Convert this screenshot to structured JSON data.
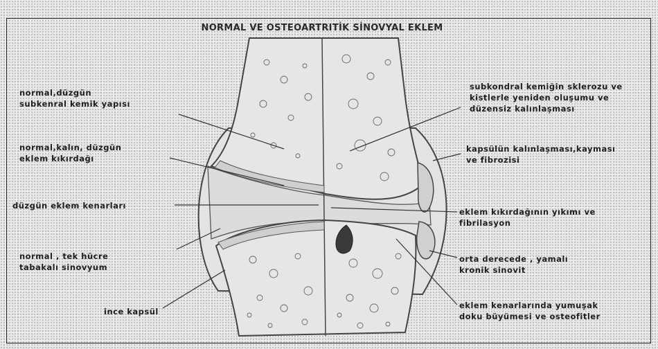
{
  "title": "NORMAL VE OSTEOARTRITİK SİNOVYAL  EKLEM",
  "labels_left": [
    {
      "key": "subchondral_normal",
      "lines": [
        "normal,düzgün",
        "subkenral kemik yapısı"
      ]
    },
    {
      "key": "cartilage_normal",
      "lines": [
        "normal,kalın, düzgün",
        "eklem kıkırdağı"
      ]
    },
    {
      "key": "joint_margin_smooth",
      "lines": [
        "düzgün eklem kenarları"
      ]
    },
    {
      "key": "synovium_normal",
      "lines": [
        "normal , tek hücre",
        "tabakalı sinovyum"
      ]
    },
    {
      "key": "capsule_thin",
      "lines": [
        "ince kapsül"
      ]
    }
  ],
  "labels_right": [
    {
      "key": "subchondral_sclerosis",
      "lines": [
        "subkondral kemiğin sklerozu ve",
        "kistlerle yeniden oluşumu ve",
        "düzensiz kalınlaşması"
      ]
    },
    {
      "key": "capsule_thickening",
      "lines": [
        "kapsülün kalınlaşması,kayması",
        "ve fibrozisi"
      ]
    },
    {
      "key": "cartilage_destruction",
      "lines": [
        "eklem kıkırdağının yıkımı ve",
        "fibrilasyon"
      ]
    },
    {
      "key": "synovitis",
      "lines": [
        "orta derecede , yamalı",
        "kronik sinovit"
      ]
    },
    {
      "key": "osteophytes",
      "lines": [
        "eklem kenarlarında yumuşak",
        "doku büyümesi ve osteofitler"
      ]
    }
  ]
}
